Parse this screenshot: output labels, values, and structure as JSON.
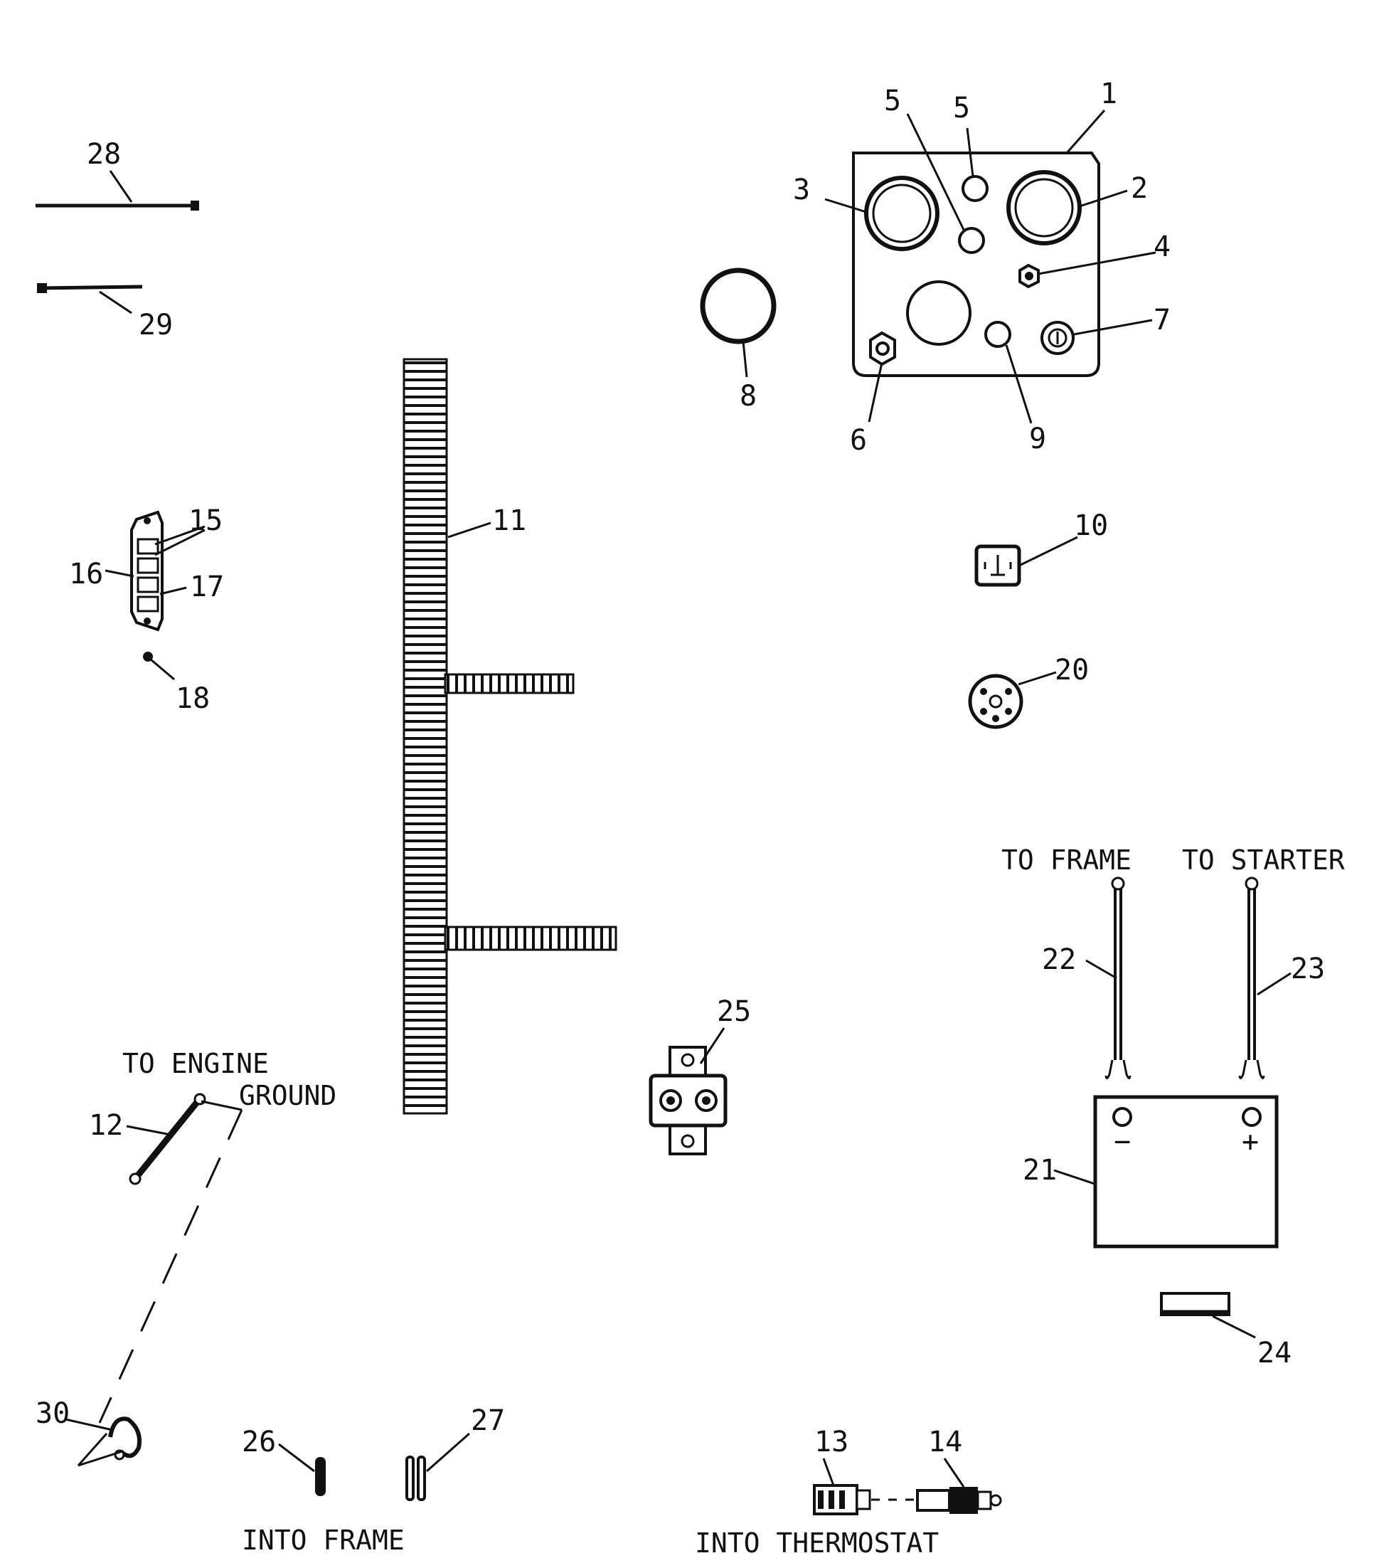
{
  "callouts": [
    "1",
    "2",
    "3",
    "4",
    "5",
    "5",
    "6",
    "7",
    "8",
    "9",
    "10",
    "11",
    "12",
    "13",
    "14",
    "15",
    "16",
    "17",
    "18",
    "20",
    "21",
    "22",
    "23",
    "24",
    "25",
    "26",
    "27",
    "28",
    "29",
    "30"
  ],
  "captions": {
    "to_frame": "TO FRAME",
    "to_starter": "TO STARTER",
    "to_engine": "TO ENGINE",
    "ground": "GROUND",
    "into_frame": "INTO FRAME",
    "into_thermostat": "INTO THERMOSTAT"
  },
  "battery_terminals": {
    "neg": "−",
    "pos": "+"
  },
  "colors": {
    "ink": "#111111",
    "paper": "#ffffff"
  }
}
